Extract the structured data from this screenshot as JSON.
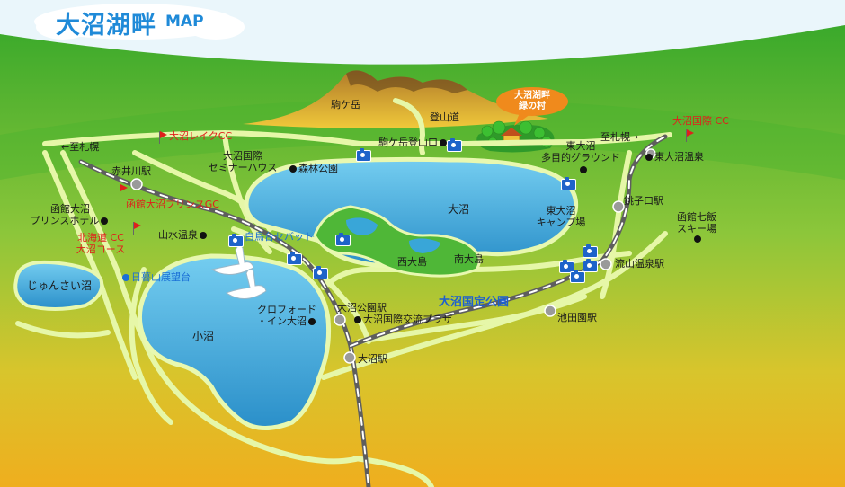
{
  "title": {
    "main": "大沼湖畔",
    "sub": "MAP"
  },
  "village_bubble": {
    "line1": "大沼湖畔",
    "line2": "緑の村",
    "color": "#f08a1c"
  },
  "colors": {
    "sky": "#e6f4fb",
    "grass": "#3fae2a",
    "lake": "#39a6d8",
    "road": "#d4f09a",
    "rail": "#6a6a6a",
    "accent_blue": "#1f8ad8"
  },
  "places": {
    "komagatake": "駒ケ岳",
    "tozando": "登山道",
    "tozanguchi": "駒ケ岳登山口",
    "to_sapporo_left": "←至札幌",
    "to_sapporo_right": "至札幌→",
    "onuma_lake_cc": "大沼レイクCC",
    "onuma_kokusai_cc": "大沼国際 CC",
    "seminar_house_1": "大沼国際",
    "seminar_house_2": "セミナーハウス",
    "forest_park": "森林公園",
    "akaigawa": "赤井川駅",
    "prince_cc": "函館大沼プリンスGC",
    "prince_hotel_1": "函館大沼",
    "prince_hotel_2": "プリンスホテル",
    "hokkaido_cc_1": "北海道 CC",
    "hokkaido_cc_2": "大沼コース",
    "sansui": "山水温泉",
    "hakuchodai": "白鳥台セバット",
    "junsai": "じゅんさい沼",
    "hikage": "日暮山展望台",
    "onuma": "大沼",
    "konuma": "小沼",
    "nishi_oshima": "西大島",
    "minami_oshima": "南大島",
    "national_park": "大沼国定公園",
    "higashi_onuma_1": "東大沼",
    "higashi_onuma_2": "多目的グラウンド",
    "camp_1": "東大沼",
    "camp_2": "キャンプ場",
    "higashi_onsen": "東大沼温泉",
    "choshiguchi": "銚子口駅",
    "nanae_ski_1": "函館七飯",
    "nanae_ski_2": "スキー場",
    "ryuzan": "流山温泉駅",
    "ikedaen": "池田園駅",
    "koen_station": "大沼公園駅",
    "exchange_plaza": "大沼国際交流プラザ",
    "crawford_1": "クロフォード",
    "crawford_2": "・イン大沼",
    "onuma_station": "大沼駅"
  }
}
